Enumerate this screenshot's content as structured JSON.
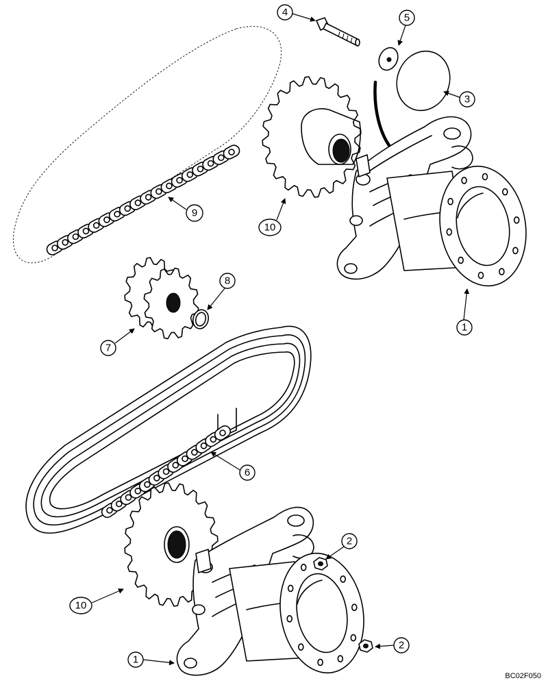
{
  "callouts": [
    {
      "id": "c4a",
      "label": "4"
    },
    {
      "id": "c5a",
      "label": "5"
    },
    {
      "id": "c3a",
      "label": "3"
    },
    {
      "id": "c9a",
      "label": "9"
    },
    {
      "id": "c10a",
      "label": "10"
    },
    {
      "id": "c8a",
      "label": "8"
    },
    {
      "id": "c7a",
      "label": "7"
    },
    {
      "id": "c1a",
      "label": "1"
    },
    {
      "id": "c6a",
      "label": "6"
    },
    {
      "id": "c2a",
      "label": "2"
    },
    {
      "id": "c10b",
      "label": "10"
    },
    {
      "id": "c2b",
      "label": "2"
    },
    {
      "id": "c1b",
      "label": "1"
    }
  ],
  "drawing_code": "BC02F050"
}
